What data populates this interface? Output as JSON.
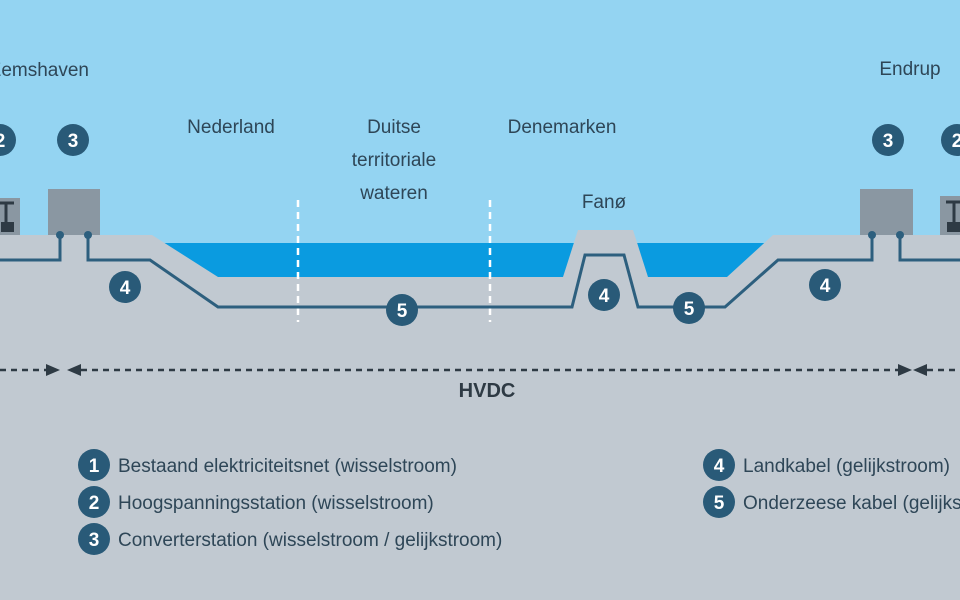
{
  "colors": {
    "sky": "#94d4f2",
    "ground": "#c1c9d1",
    "water": "#0a9be0",
    "cable": "#2d5f7e",
    "badge": "#295a78",
    "station": "#8a97a2"
  },
  "places": {
    "left": "Eemshaven",
    "right": "Endrup",
    "nl": "Nederland",
    "de": [
      "Duitse",
      "territoriale",
      "wateren"
    ],
    "dk": "Denemarken",
    "island": "Fanø"
  },
  "hvdc": "HVDC",
  "badges": {
    "b1": "1",
    "b2": "2",
    "b3": "3",
    "b4": "4",
    "b5": "5"
  },
  "legend": [
    {
      "num": "1",
      "text": "Bestaand elektriciteitsnet (wisselstroom)"
    },
    {
      "num": "2",
      "text": "Hoogspanningsstation (wisselstroom)"
    },
    {
      "num": "3",
      "text": "Converterstation (wisselstroom / gelijkstroom)"
    },
    {
      "num": "4",
      "text": "Landkabel (gelijkstroom)"
    },
    {
      "num": "5",
      "text": "Onderzeese kabel (gelijkstroom)"
    }
  ]
}
